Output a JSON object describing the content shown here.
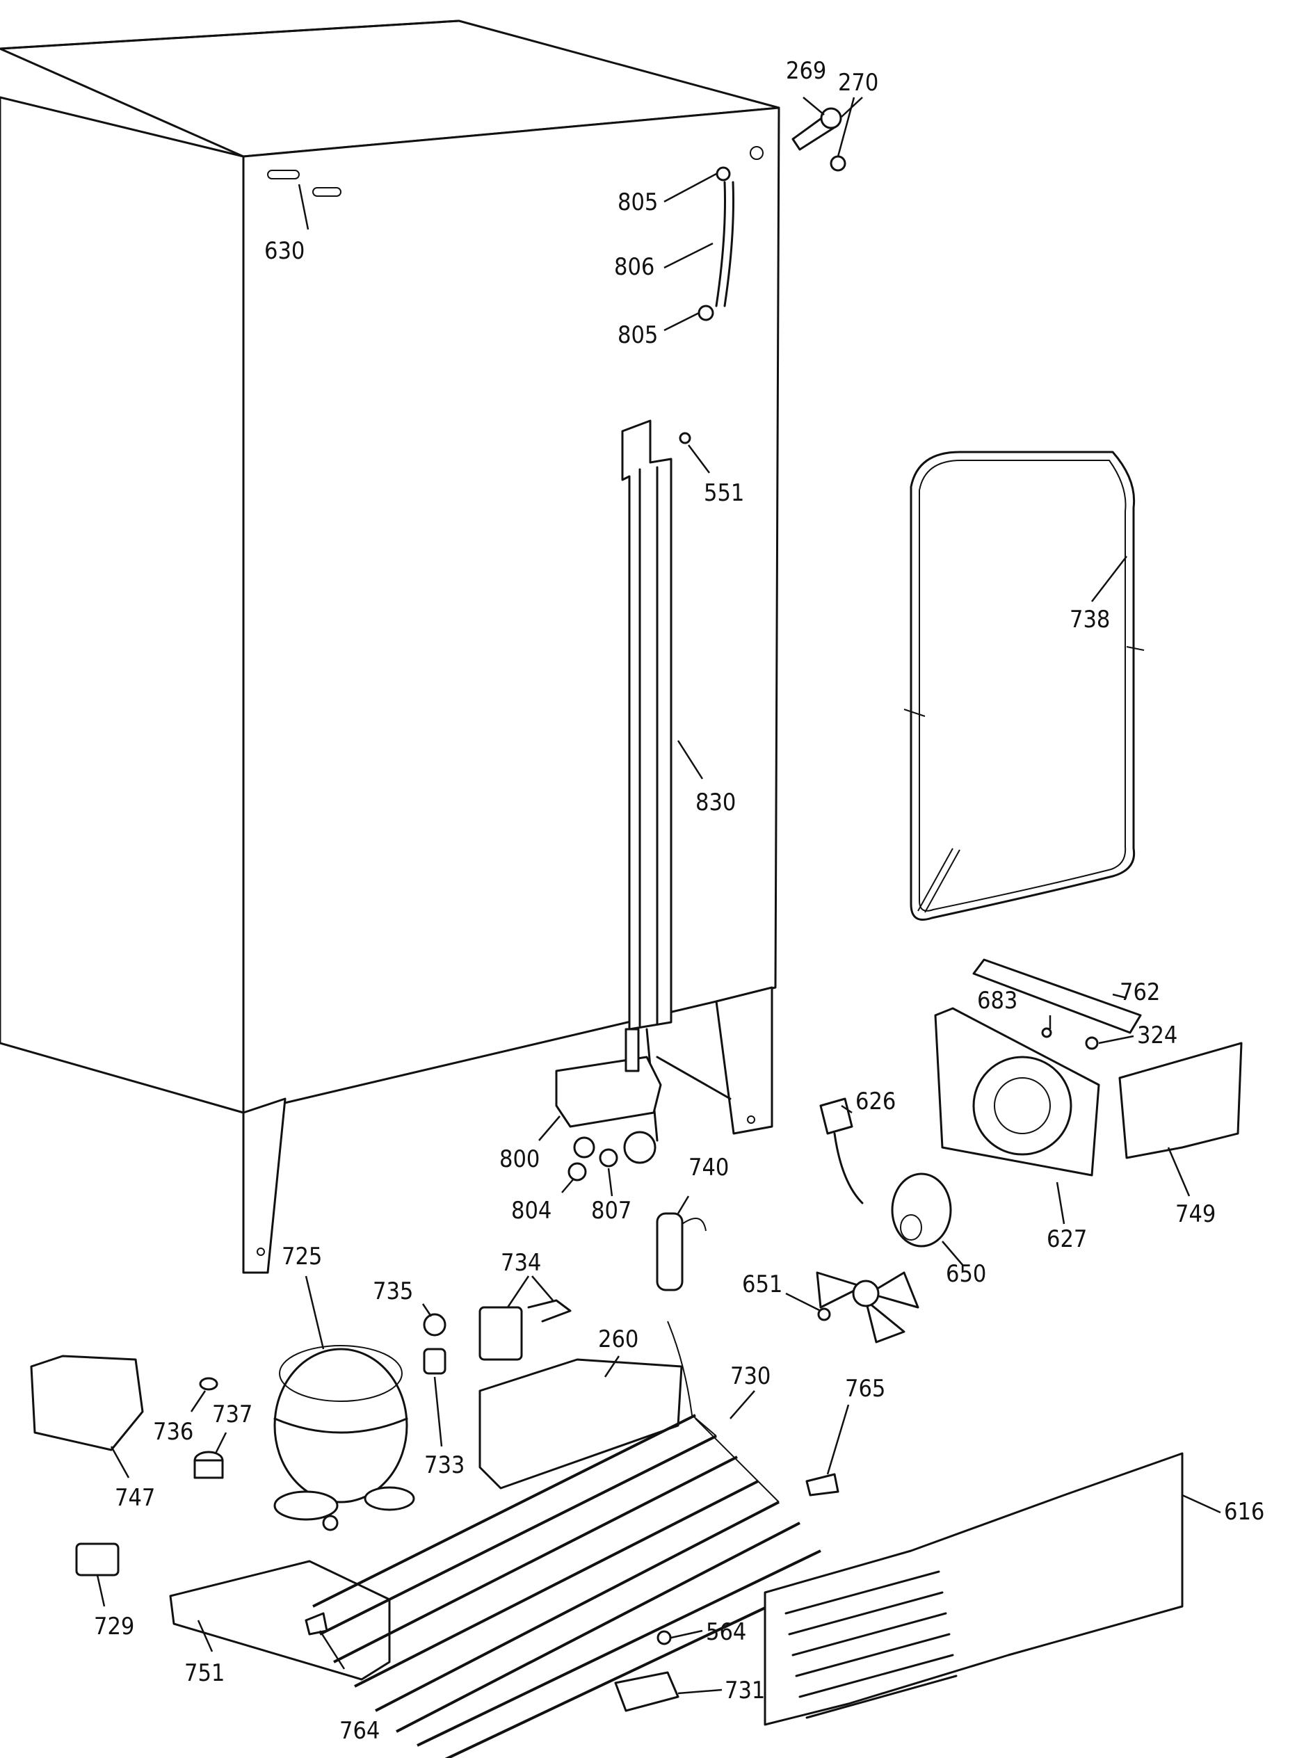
{
  "parts": {
    "p269": "269",
    "p270": "270",
    "p630": "630",
    "p805a": "805",
    "p806": "806",
    "p805b": "805",
    "p551": "551",
    "p738": "738",
    "p830": "830",
    "p762": "762",
    "p683": "683",
    "p324": "324",
    "p626": "626",
    "p800": "800",
    "p740": "740",
    "p804": "804",
    "p807": "807",
    "p749": "749",
    "p627": "627",
    "p650": "650",
    "p725": "725",
    "p735": "735",
    "p734": "734",
    "p651": "651",
    "p260": "260",
    "p730": "730",
    "p765": "765",
    "p736": "736",
    "p737": "737",
    "p733": "733",
    "p747": "747",
    "p729": "729",
    "p616": "616",
    "p751": "751",
    "p564": "564",
    "p764": "764",
    "p731": "731"
  }
}
